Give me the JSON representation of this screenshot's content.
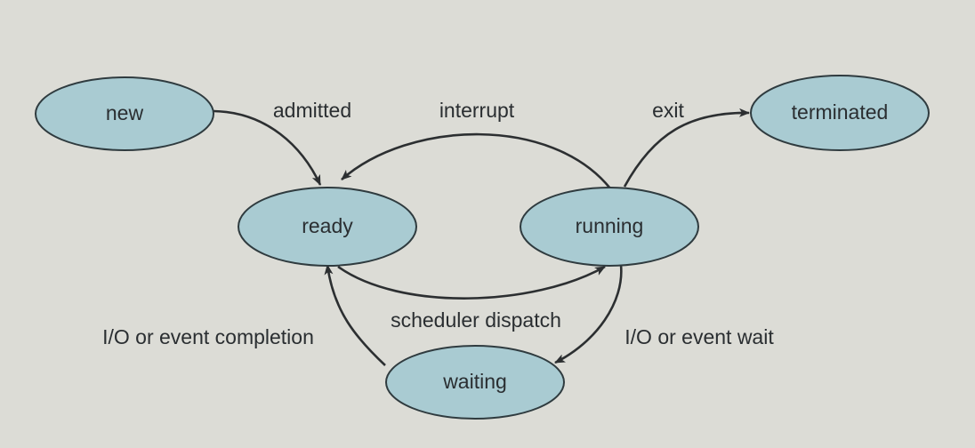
{
  "diagram": {
    "states": {
      "new": "new",
      "ready": "ready",
      "running": "running",
      "waiting": "waiting",
      "terminated": "terminated"
    },
    "transitions": {
      "admitted": "admitted",
      "interrupt": "interrupt",
      "exit": "exit",
      "scheduler_dispatch": "scheduler dispatch",
      "io_event_completion": "I/O or event completion",
      "io_event_wait": "I/O or event wait"
    },
    "colors": {
      "background": "#dcdcd6",
      "state_fill": "#a9cbd2",
      "state_stroke": "#2f3b3f",
      "arrow": "#2c2f31",
      "text": "#2a2e31"
    }
  }
}
